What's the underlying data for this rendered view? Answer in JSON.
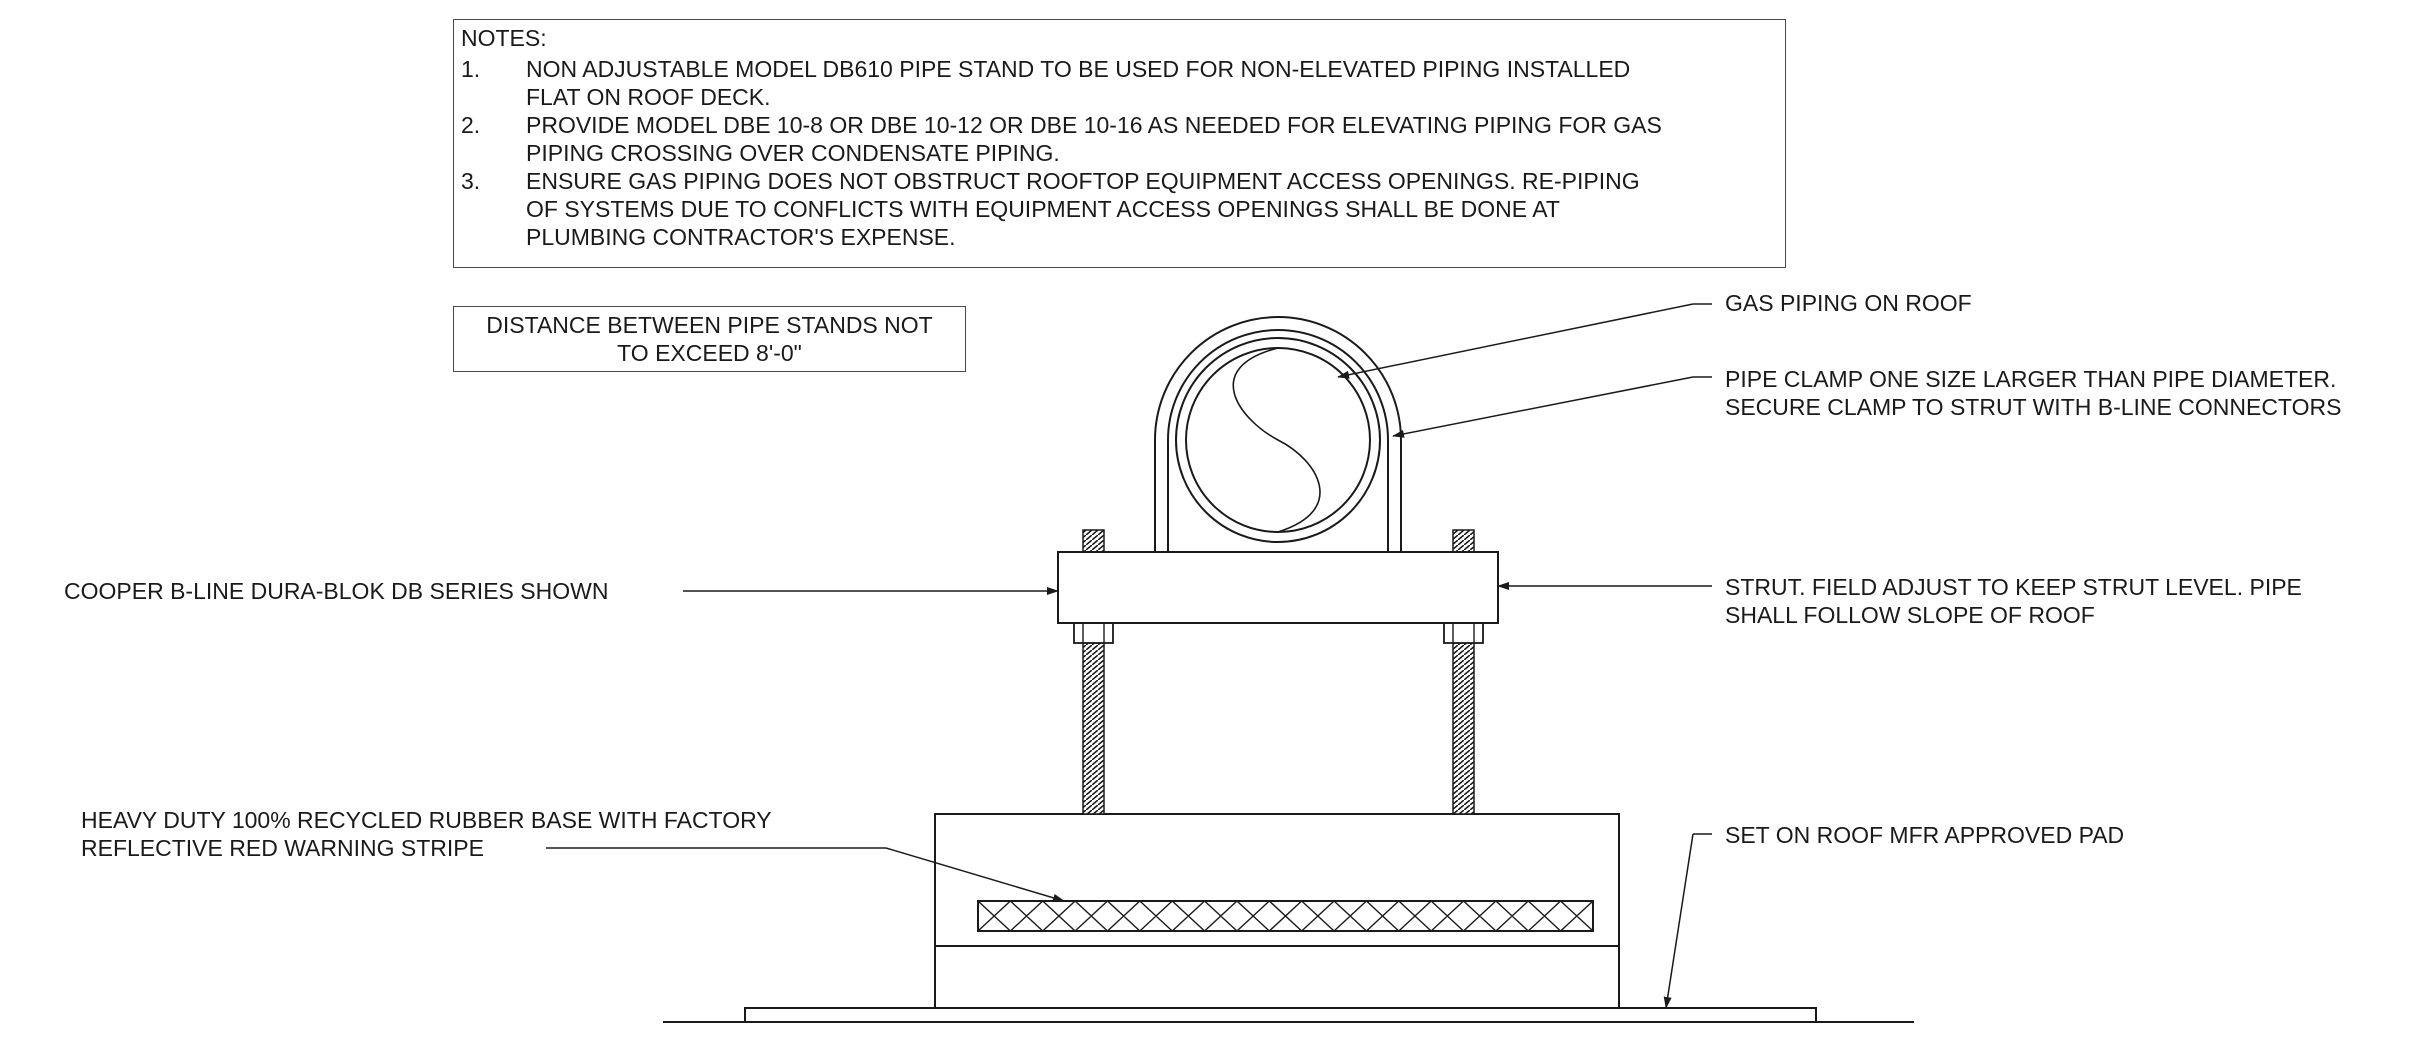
{
  "notes": {
    "title": "NOTES:",
    "items": [
      {
        "num": "1.",
        "lines": [
          "NON ADJUSTABLE MODEL DB610  PIPE STAND TO BE USED FOR NON-ELEVATED PIPING INSTALLED",
          "FLAT ON ROOF DECK."
        ]
      },
      {
        "num": "2.",
        "lines": [
          "PROVIDE MODEL DBE 10-8 OR DBE 10-12 OR DBE 10-16  AS NEEDED FOR ELEVATING PIPING FOR GAS",
          "PIPING CROSSING OVER CONDENSATE PIPING."
        ]
      },
      {
        "num": "3.",
        "lines": [
          "ENSURE GAS PIPING DOES NOT OBSTRUCT ROOFTOP EQUIPMENT ACCESS OPENINGS. RE-PIPING",
          "OF SYSTEMS DUE TO CONFLICTS WITH EQUIPMENT ACCESS OPENINGS SHALL BE DONE AT",
          "PLUMBING CONTRACTOR'S EXPENSE."
        ]
      }
    ]
  },
  "distance_note": [
    "DISTANCE BETWEEN PIPE STANDS NOT",
    "TO EXCEED 8'-0\""
  ],
  "callouts": {
    "gas_piping": [
      "GAS PIPING ON ROOF"
    ],
    "pipe_clamp": [
      "PIPE CLAMP ONE SIZE LARGER THAN PIPE DIAMETER.",
      "SECURE CLAMP TO STRUT WITH B-LINE CONNECTORS"
    ],
    "cooper": [
      "COOPER B-LINE DURA-BLOK DB SERIES SHOWN"
    ],
    "strut": [
      "STRUT. FIELD ADJUST TO KEEP STRUT LEVEL. PIPE",
      "SHALL FOLLOW SLOPE OF ROOF"
    ],
    "rubber_base": [
      "HEAVY DUTY 100% RECYCLED RUBBER BASE WITH FACTORY",
      "REFLECTIVE RED WARNING STRIPE"
    ],
    "roof_pad": [
      "SET ON ROOF MFR APPROVED PAD"
    ]
  },
  "colors": {
    "line": "#1a1a1a",
    "border": "#4a4a4a"
  }
}
